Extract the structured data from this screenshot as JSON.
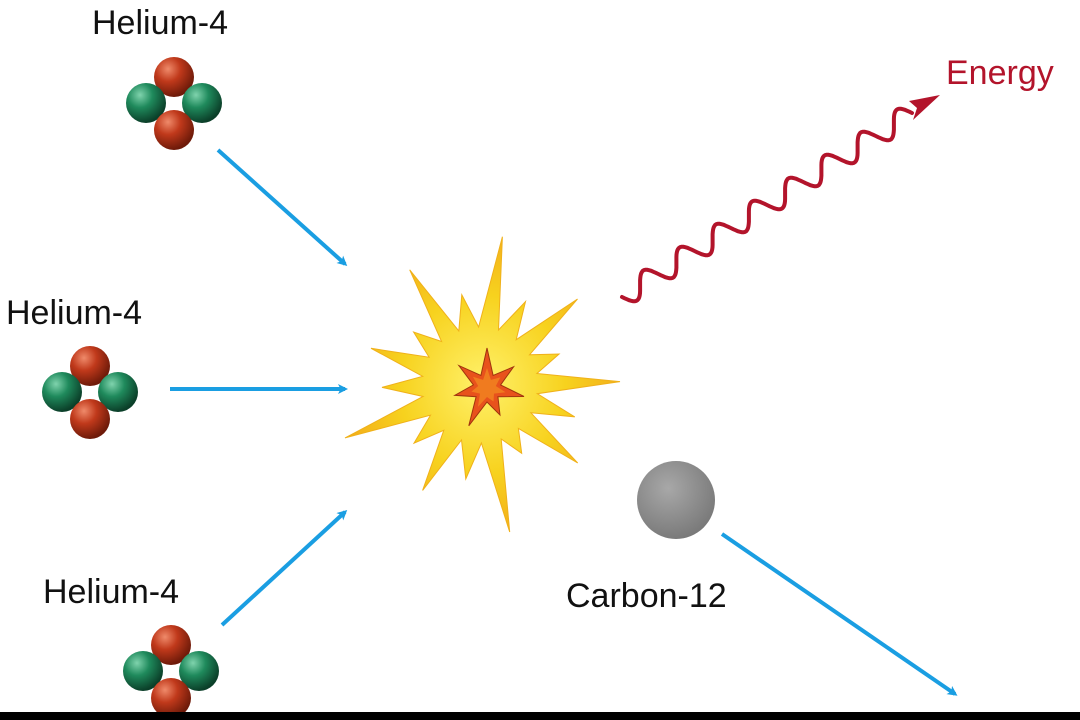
{
  "labels": {
    "helium_top": "Helium-4",
    "helium_middle": "Helium-4",
    "helium_bottom": "Helium-4",
    "carbon": "Carbon-12",
    "energy": "Energy"
  },
  "colors": {
    "background": "#ffffff",
    "arrow": "#1a9ee2",
    "energy": "#b3142b",
    "proton": "#c0391b",
    "neutron": "#1f8a5c",
    "burst_outer": "#f7c21a",
    "burst_inner": "#e8521c",
    "carbon": "#8a8a8a"
  },
  "icons": {
    "nucleus": "helium-nucleus-icon",
    "burst": "fusion-burst-icon",
    "carbon": "carbon-nucleus-icon"
  }
}
